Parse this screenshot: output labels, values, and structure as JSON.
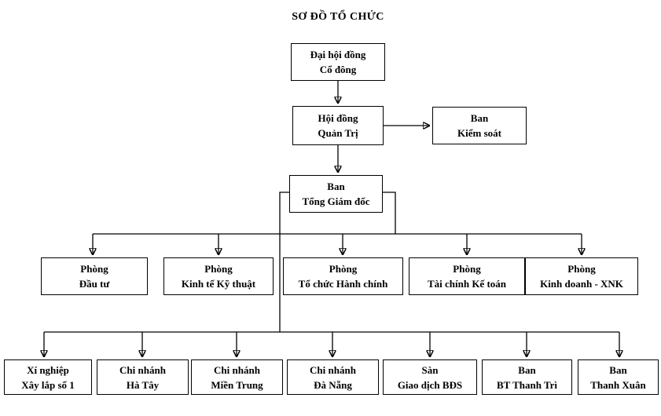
{
  "title": "SƠ ĐỒ TỔ CHỨC",
  "colors": {
    "line": "#000000",
    "text": "#000000",
    "background": "#ffffff"
  },
  "nodes": {
    "dai_hoi_dong": {
      "line1": "Đại hội đồng",
      "line2": "Cổ đông"
    },
    "hoi_dong_quan_tri": {
      "line1": "Hội đồng",
      "line2": "Quản Trị"
    },
    "ban_kiem_soat": {
      "line1": "Ban",
      "line2": "Kiểm soát"
    },
    "ban_tong_giam_doc": {
      "line1": "Ban",
      "line2": "Tổng Giám đốc"
    },
    "phong_dau_tu": {
      "line1": "Phòng",
      "line2": "Đầu tư"
    },
    "phong_kinh_te_ky_thuat": {
      "line1": "Phòng",
      "line2": "Kinh tế Kỹ thuật"
    },
    "phong_to_chuc_hanh_chinh": {
      "line1": "Phòng",
      "line2": "Tổ chức Hành chính"
    },
    "phong_tai_chinh_ke_toan": {
      "line1": "Phòng",
      "line2": "Tài chính Kế toán"
    },
    "phong_kinh_doanh_xnk": {
      "line1": "Phòng",
      "line2": "Kinh doanh - XNK"
    },
    "xi_nghiep_xay_lap_so_1": {
      "line1": "Xí nghiệp",
      "line2": "Xây lắp số 1"
    },
    "chi_nhanh_ha_tay": {
      "line1": "Chi nhánh",
      "line2": "Hà Tây"
    },
    "chi_nhanh_mien_trung": {
      "line1": "Chi nhánh",
      "line2": "Miền Trung"
    },
    "chi_nhanh_da_nang": {
      "line1": "Chi nhánh",
      "line2": "Đà Nẵng"
    },
    "san_giao_dich_bds": {
      "line1": "Sàn",
      "line2": "Giao dịch BĐS"
    },
    "ban_bt_thanh_tri": {
      "line1": "Ban",
      "line2": "BT Thanh Trì"
    },
    "ban_thanh_xuan": {
      "line1": "Ban",
      "line2": "Thanh Xuân"
    }
  }
}
